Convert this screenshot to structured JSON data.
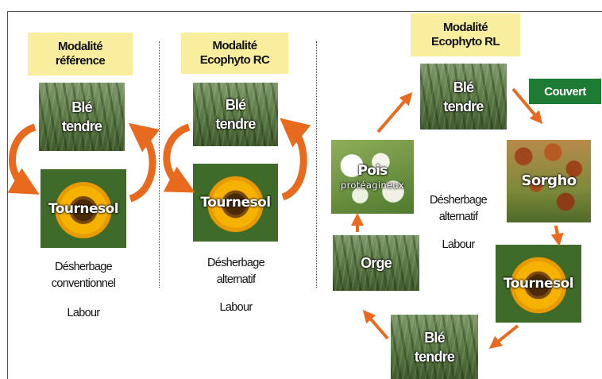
{
  "colors": {
    "label_bg": "#f8ee9e",
    "arrow": "#e86a1e",
    "couvert_bg": "#1e7b34"
  },
  "columns": [
    {
      "title_line1": "Modalité",
      "title_line2": "référence",
      "crop_top": {
        "line1": "Blé",
        "line2": "tendre"
      },
      "crop_bottom": "Tournesol",
      "weeding_line1": "Désherbage",
      "weeding_line2": "conventionnel",
      "tillage": "Labour"
    },
    {
      "title_line1": "Modalité",
      "title_line2": "Ecophyto RC",
      "crop_top": {
        "line1": "Blé",
        "line2": "tendre"
      },
      "crop_bottom": "Tournesol",
      "weeding_line1": "Désherbage",
      "weeding_line2": "alternatif",
      "tillage": "Labour"
    },
    {
      "title_line1": "Modalité",
      "title_line2": "Ecophyto RL",
      "rotation": {
        "ble_top": {
          "line1": "Blé",
          "line2": "tendre"
        },
        "sorgho": "Sorgho",
        "tournesol": "Tournesol",
        "ble_bottom": {
          "line1": "Blé",
          "line2": "tendre"
        },
        "orge": "Orge",
        "pois": {
          "line1": "Pois",
          "line2": "protéagineux"
        }
      },
      "cover_crop": "Couvert",
      "weeding_line1": "Désherbage",
      "weeding_line2": "alternatif",
      "tillage": "Labour"
    }
  ]
}
